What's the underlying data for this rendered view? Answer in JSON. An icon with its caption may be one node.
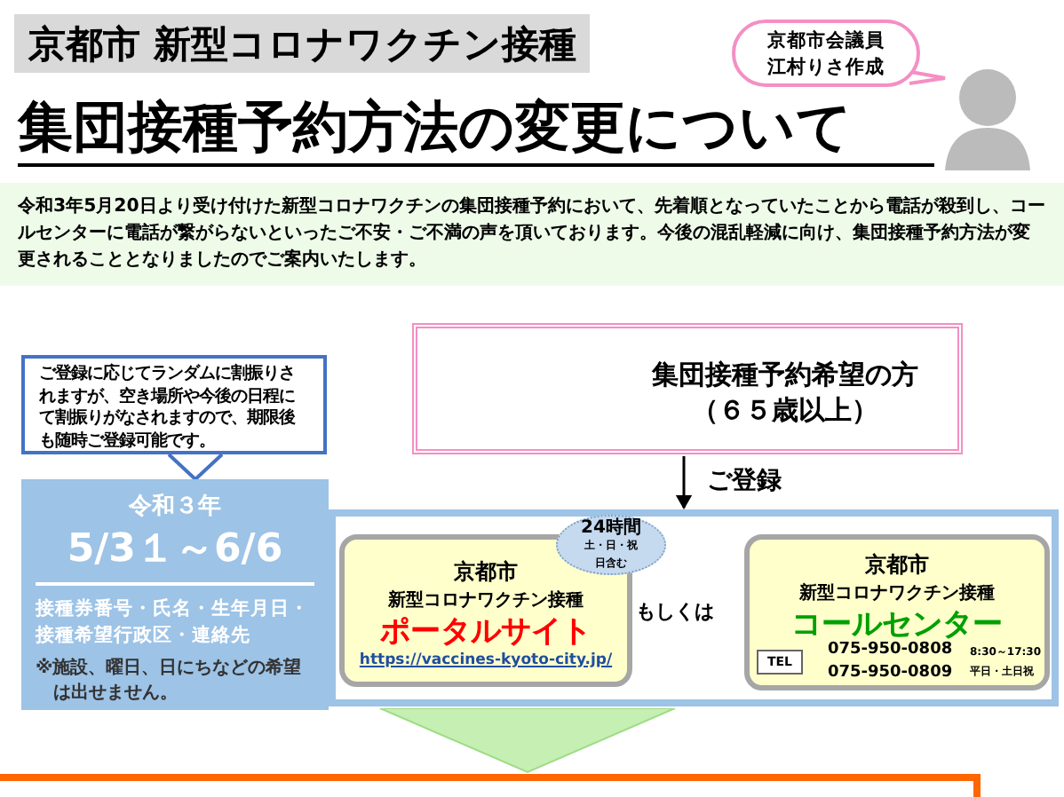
{
  "diagram": {
    "title": "集団接種予約方法の変更について",
    "nodes": [
      {
        "text": [
          "京都市 新型コロナワクチン接種"
        ]
      },
      {
        "text": [
          "京都市会議員",
          "江村りさ作成"
        ]
      },
      {
        "text": [
          "令和3年5月20日より受け付けた新型コロナワクチンの集団接種予約において、先着順となっていたことから電話が殺到し、コールセンターに電話が繋がらないといったご不安・ご不満の声を頂いております。今後の混乱軽減に向け、集団接種予約方法が変更されることとなりましたのでご案内いたします。"
        ]
      },
      {
        "text": [
          "ご登録に応じてランダムに割振りされますが、空き場所や今後の日程にて割振りがなされますので、**期限後も随時ご登録可能**です。"
        ]
      },
      {
        "text": [
          "令和３年",
          "5/3１～6/6",
          "接種券番号・氏名・生年月日・接種希望行政区・連絡先",
          "※施設、曜日、日にちなどの希望は出せません。"
        ]
      },
      {
        "text": [
          "集団接種予約希望の方",
          "（６５歳以上）"
        ]
      },
      {
        "text": [],
        "shape": "box"
      },
      {
        "text": [
          "京都市",
          "新型コロナワクチン接種",
          "ポータルサイト",
          "https://vaccines-kyoto-city.jp/"
        ],
        "in": 6
      },
      {
        "text": [
          "24時間",
          "土・日・祝日含む"
        ],
        "in": 6
      },
      {
        "text": [
          "京都市",
          "新型コロナワクチン接種",
          "コールセンター",
          "075-950-0808",
          "075-950-0809",
          "8:30～17:30 平日・土日祝"
        ],
        "in": 6
      },
      {
        "text": [
          "TEL"
        ],
        "in": 9
      },
      {
        "text": [],
        "shape": "box"
      }
    ],
    "edges": [
      {
        "from": 5,
        "to": 6,
        "arrow": "to",
        "label": "ご登録"
      },
      {
        "from": 6,
        "to": 11,
        "arrow": "to",
        "color": "#c6efb4"
      }
    ],
    "labels": [
      "もしくは"
    ]
  }
}
